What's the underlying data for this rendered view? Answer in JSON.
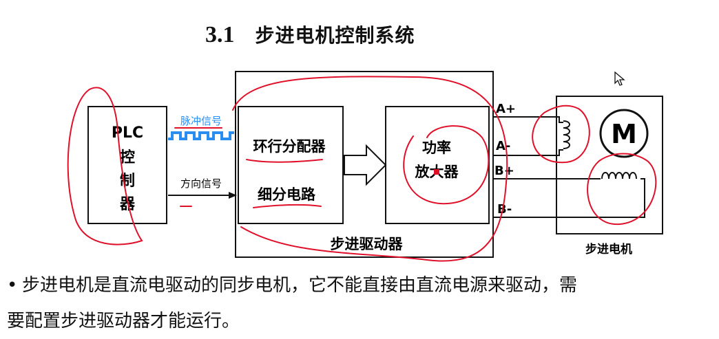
{
  "slide": {
    "section_number": "3.1",
    "title": "步进电机控制系统",
    "body_line1": "步进电机是直流电驱动的同步电机，它不能直接由直流电源来驱动，需",
    "body_line2": "要配置步进驱动器才能运行。",
    "bullet": "•"
  },
  "diagram": {
    "plc_label_line1": "PLC",
    "plc_label_line2": "控",
    "plc_label_line3": "制",
    "plc_label_line4": "器",
    "pulse_signal": "脉冲信号",
    "direction_signal": "方向信号",
    "ring_distributor": "环行分配器",
    "subdivision_circuit": "细分电路",
    "power_amp_line1": "功率",
    "power_amp_line2": "放大器",
    "driver_label": "步进驱动器",
    "terminal_a_plus": "A+",
    "terminal_a_minus": "A-",
    "terminal_b_plus": "B+",
    "terminal_b_minus": "B-",
    "motor_symbol": "M",
    "motor_label": "步进电机"
  },
  "colors": {
    "pulse_blue": "#2a8df0",
    "annotation_red": "#e0102a",
    "line_black": "#111111"
  }
}
